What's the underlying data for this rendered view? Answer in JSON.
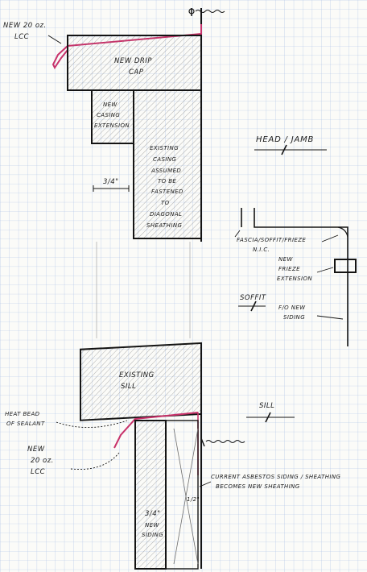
{
  "colors": {
    "paper": "#fbfbf8",
    "grid": "#a9bfe6",
    "ink": "#141414",
    "red_flashing": "#c8326a"
  },
  "labels": {
    "new_20oz_lcc_top": [
      "NEW 20 oz.",
      "LCC"
    ],
    "new_drip_cap": [
      "NEW DRIP",
      "CAP"
    ],
    "new_casing_extension": [
      "NEW",
      "CASING",
      "EXTENSION"
    ],
    "existing_casing": [
      "EXISTING",
      "CASING",
      "ASSUMED",
      "TO BE",
      "FASTENED",
      "TO",
      "DIAGONAL",
      "SHEATHING"
    ],
    "dim_three_quarter_top": "3/4\"",
    "head_jamb": "HEAD / JAMB",
    "fascia_soffit_frieze": [
      "FASCIA/SOFFIT/FRIEZE",
      "N.I.C."
    ],
    "new_frieze_extension": [
      "NEW",
      "FRIEZE",
      "EXTENSION"
    ],
    "soffit": "SOFFIT",
    "fo_new_siding": [
      "F/O NEW",
      "SIDING"
    ],
    "existing_sill": [
      "EXISTING",
      "SILL"
    ],
    "heat_bead_sealant": [
      "HEAT BEAD",
      "OF SEALANT"
    ],
    "sill": "SILL",
    "new_20oz_lcc_bottom": [
      "NEW",
      "20 oz.",
      "LCC"
    ],
    "current_asbestos": "CURRENT ASBESTOS SIDING / SHEATHING",
    "becomes_new_sheathing": "BECOMES NEW SHEATHING",
    "new_siding": [
      "3/4\"",
      "NEW",
      "SIDING"
    ],
    "dim_half": "1/2\""
  },
  "icons": [
    "nail-icon",
    "section-marker-icon",
    "leader-arrow-icon"
  ]
}
